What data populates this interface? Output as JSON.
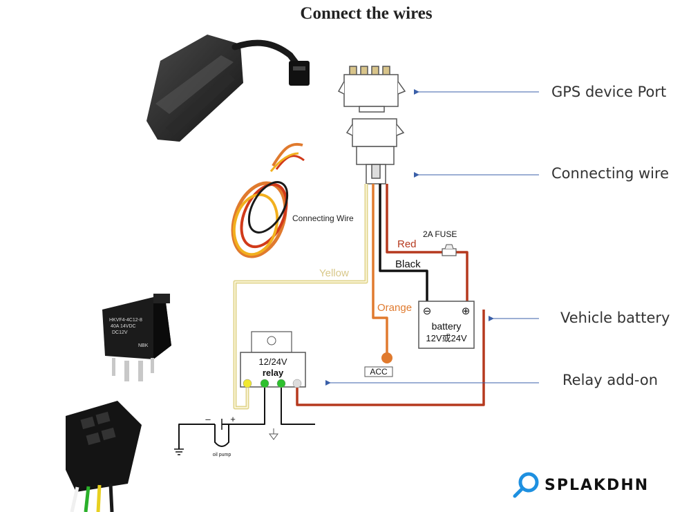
{
  "title": "Connect the wires",
  "callouts": {
    "gps_port": "GPS device Port",
    "connecting_wire": "Connecting wire",
    "vehicle_battery": "Vehicle battery",
    "relay_addon": "Relay add-on"
  },
  "harness_caption": "Connecting Wire",
  "wire_labels": {
    "red": "Red",
    "black": "Black",
    "yellow": "Yellow",
    "orange": "Orange"
  },
  "fuse_label": "2A  FUSE",
  "battery": {
    "minus": "⊖",
    "plus": "⊕",
    "label": "battery",
    "voltage": "12V或24V"
  },
  "acc_label": "ACC",
  "relay": {
    "voltage": "12/24V",
    "label": "relay"
  },
  "relay_photo_text": [
    "HKVF4-4C12-8",
    "40A 14VDC",
    "DC12V",
    "NBK"
  ],
  "pump": {
    "minus": "–",
    "plus": "+",
    "label": "oil pump"
  },
  "brand": "SPLAKDHN",
  "colors": {
    "red_wire": "#b5391e",
    "yellow_wire": "#e0d48c",
    "orange_wire": "#e07a2e",
    "black_wire": "#111111",
    "arrow": "#3a5fa8",
    "brand_blue": "#1e90e0"
  }
}
